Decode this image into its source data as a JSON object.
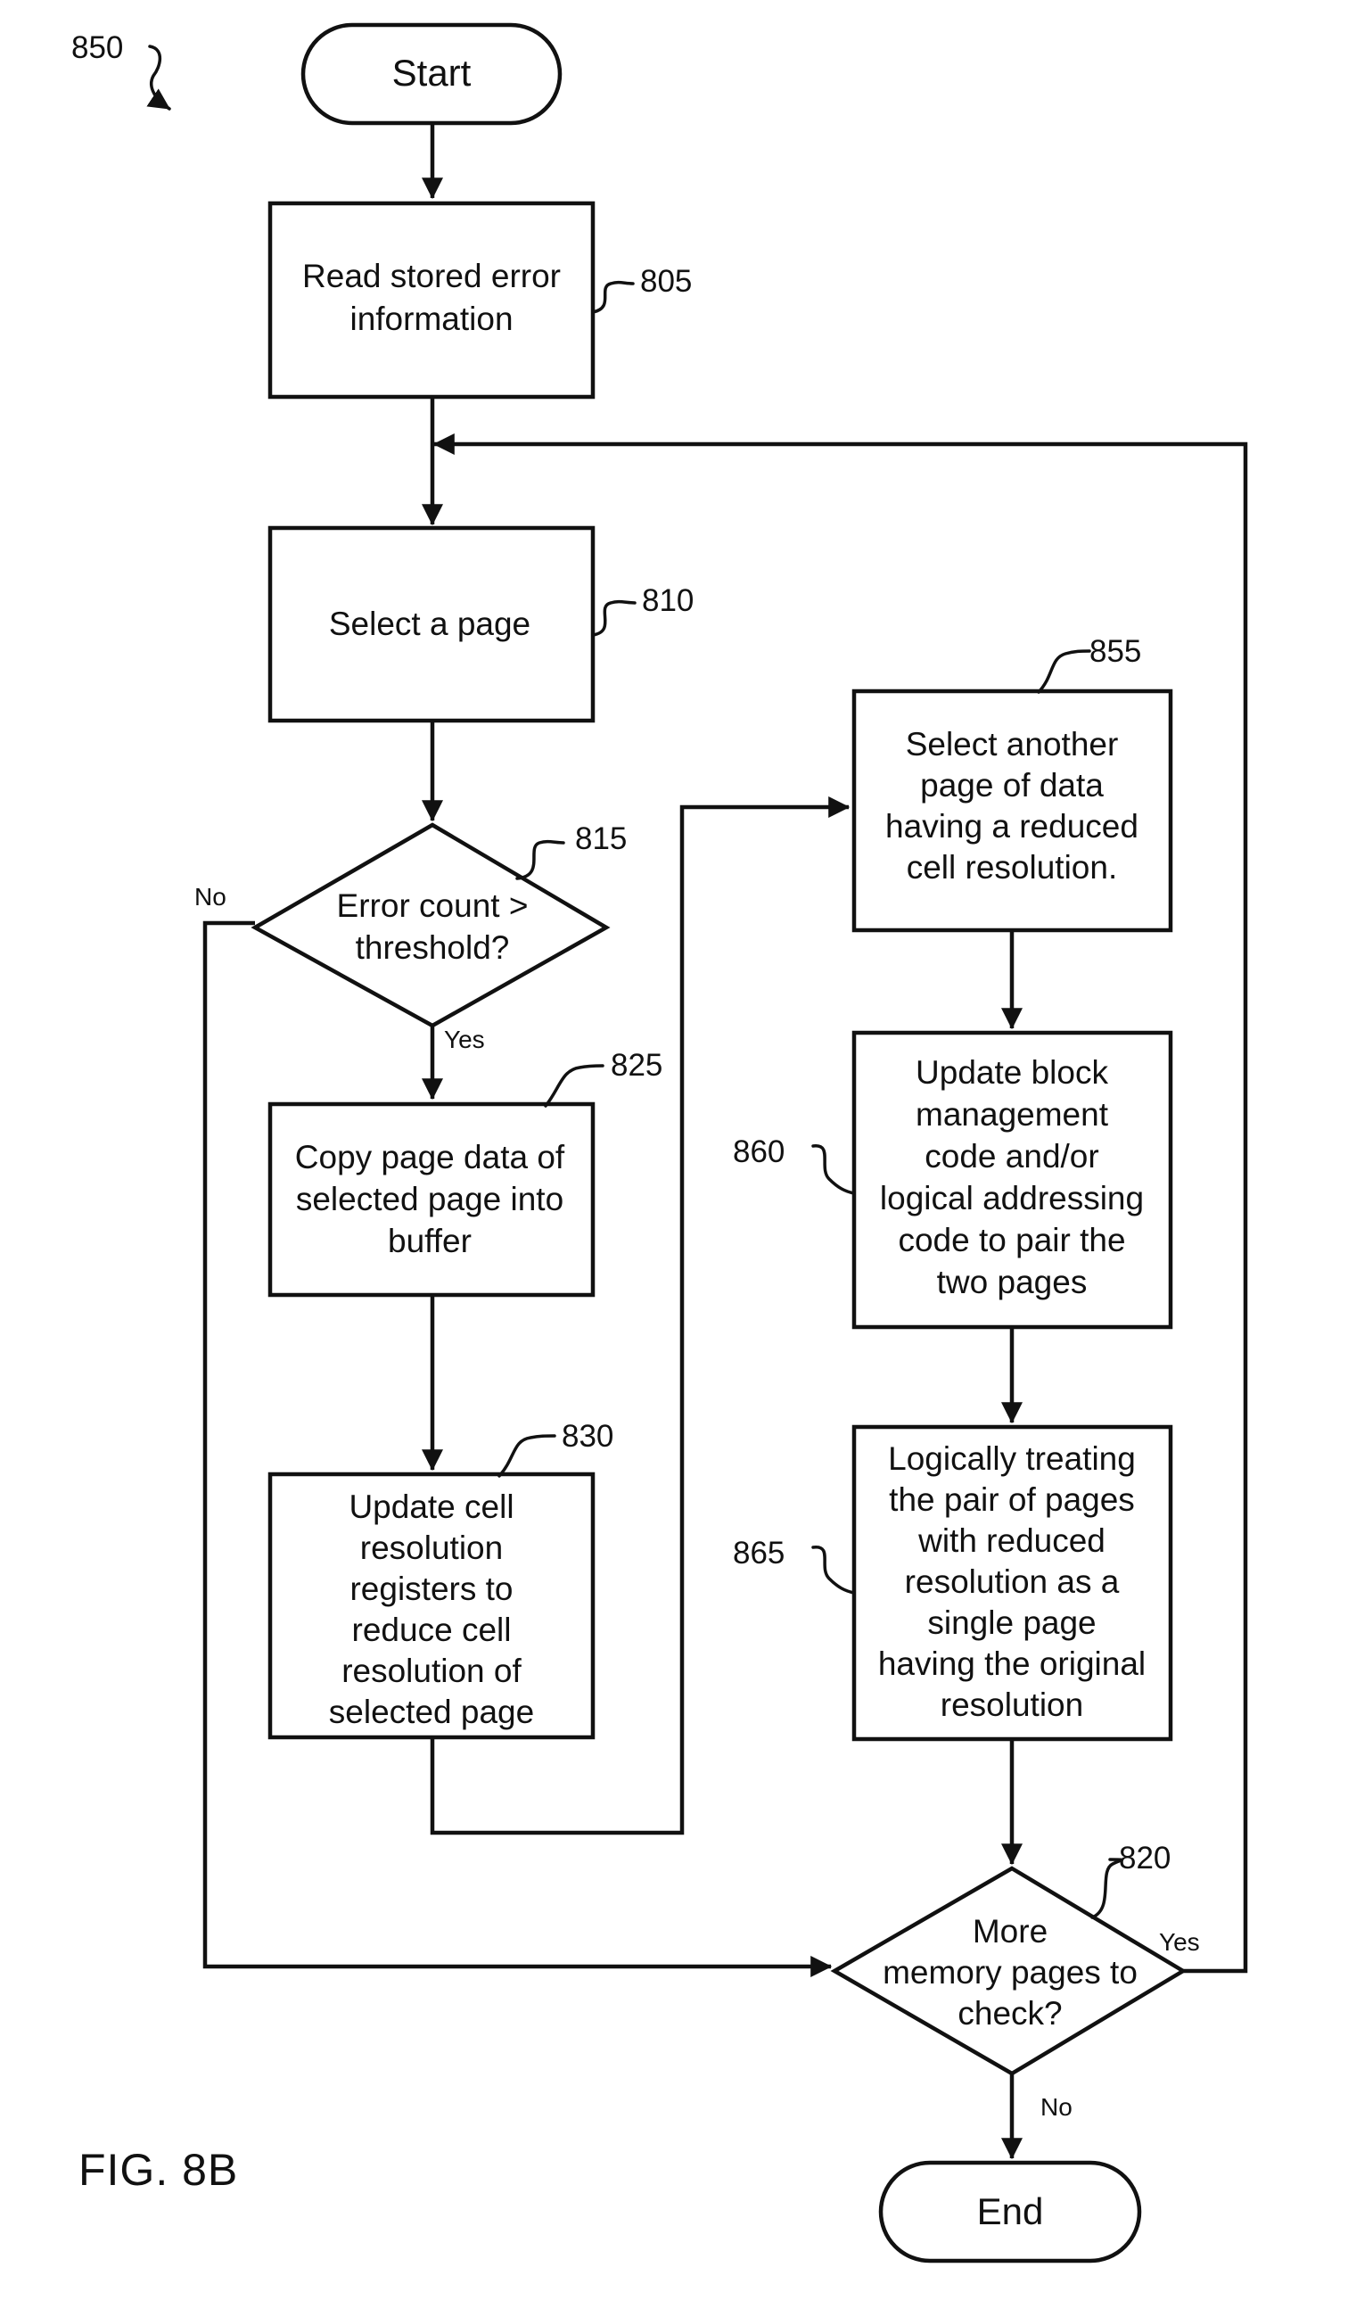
{
  "figure_label": "FIG. 8B",
  "figure_number": "850",
  "start": {
    "label": "Start"
  },
  "end": {
    "label": "End"
  },
  "steps": {
    "s805": {
      "ref": "805",
      "lines": [
        "Read stored error",
        "information"
      ]
    },
    "s810": {
      "ref": "810",
      "lines": [
        "Select a page"
      ]
    },
    "s815": {
      "ref": "815",
      "lines": [
        "Error count >",
        "threshold?"
      ]
    },
    "s825": {
      "ref": "825",
      "lines": [
        "Copy page data of",
        "selected page into",
        "buffer"
      ]
    },
    "s830": {
      "ref": "830",
      "lines": [
        "Update cell",
        "resolution",
        "registers to",
        "reduce cell",
        "resolution of",
        "selected page"
      ]
    },
    "s855": {
      "ref": "855",
      "lines": [
        "Select another",
        "page of data",
        "having a reduced",
        "cell resolution."
      ]
    },
    "s860": {
      "ref": "860",
      "lines": [
        "Update block",
        "management",
        "code and/or",
        "logical addressing",
        "code to pair the",
        "two pages"
      ]
    },
    "s865": {
      "ref": "865",
      "lines": [
        "Logically treating",
        "the pair of pages",
        "with reduced",
        "resolution as a",
        "single page",
        "having the original",
        "resolution"
      ]
    },
    "s820": {
      "ref": "820",
      "lines": [
        "More",
        "memory pages to",
        "check?"
      ]
    }
  },
  "edge_labels": {
    "d815_no": "No",
    "d815_yes": "Yes",
    "d820_yes": "Yes",
    "d820_no": "No"
  }
}
